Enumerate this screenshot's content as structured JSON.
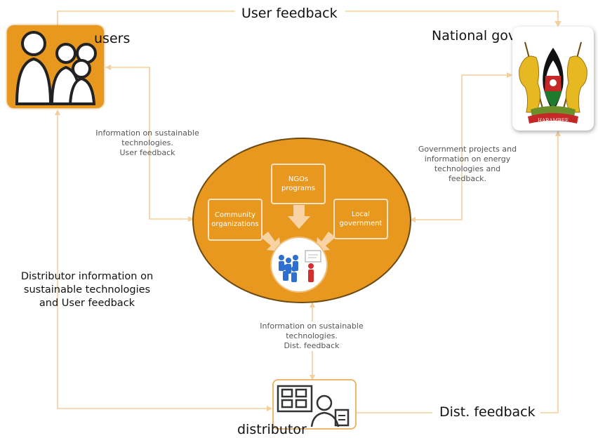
{
  "colors": {
    "accent": "#e8981e",
    "line": "#f4cf9c",
    "ellipse_stroke": "#6b4a12"
  },
  "icons": [
    "users-icon",
    "kenya-coat-of-arms-icon",
    "stakeholders-meeting-icon",
    "distributor-icon"
  ],
  "nodes": {
    "users": "users",
    "national_govt": "National govt.",
    "distributor": "distributor"
  },
  "hub": {
    "community": "Community organizations",
    "ngos": "NGOs programs",
    "local_govt": "Local government"
  },
  "edges": {
    "user_feedback_top": "User feedback",
    "users_hub": [
      "Information on sustainable",
      "technologies.",
      "User feedback"
    ],
    "govt_hub": [
      "Government projects and",
      "information on energy",
      "technologies and",
      "feedback."
    ],
    "distributor_users": [
      "Distributor information on",
      "sustainable technologies",
      "and User feedback"
    ],
    "hub_distributor": [
      "Information on sustainable",
      "technologies.",
      "Dist. feedback"
    ],
    "dist_feedback": "Dist. feedback"
  },
  "coat_of_arms_motto": "HARAMBEE"
}
